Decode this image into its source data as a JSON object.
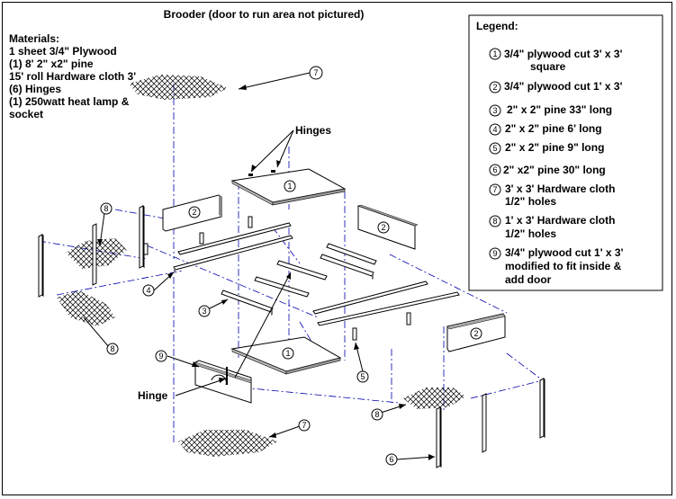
{
  "title": "Brooder (door to run area not pictured)",
  "materials": {
    "header": "Materials:",
    "lines": [
      "1 sheet 3/4\" Plywood",
      "(1) 8' 2\" x2\" pine",
      "15' roll Hardware cloth 3'",
      "(6) Hinges",
      "(1) 250watt heat lamp &",
      "socket"
    ]
  },
  "legend": {
    "header": "Legend:",
    "items": [
      {
        "num": "1",
        "lines": [
          "3/4\" plywood cut 3' x 3'",
          "square"
        ]
      },
      {
        "num": "2",
        "lines": [
          "3/4\" plywood cut 1' x 3'"
        ]
      },
      {
        "num": "3",
        "lines": [
          "2\" x 2\" pine 33\" long"
        ]
      },
      {
        "num": "4",
        "lines": [
          "2\" x 2\" pine 6' long"
        ]
      },
      {
        "num": "5",
        "lines": [
          "2\" x 2\" pine 9\" long"
        ]
      },
      {
        "num": "6",
        "lines": [
          "2\" x2\" pine 30\" long"
        ]
      },
      {
        "num": "7",
        "lines": [
          "3' x 3' Hardware cloth",
          "1/2\" holes"
        ]
      },
      {
        "num": "8",
        "lines": [
          "1' x 3' Hardware cloth",
          "1/2\" holes"
        ]
      },
      {
        "num": "9",
        "lines": [
          "3/4\" plywood cut 1' x 3'",
          "modified to fit inside &",
          "add door"
        ]
      }
    ]
  },
  "labels": {
    "hinges": "Hinges",
    "hinge": "Hinge"
  },
  "callouts": {
    "c1_top": "1",
    "c1_bottom": "1",
    "c2_left": "2",
    "c2_right": "2",
    "c2_front": "2",
    "c3": "3",
    "c4": "4",
    "c5": "5",
    "c6": "6",
    "c7_top": "7",
    "c7_bottom": "7",
    "c8_left": "8",
    "c8_left_low": "8",
    "c8_right": "8",
    "c9": "9"
  }
}
